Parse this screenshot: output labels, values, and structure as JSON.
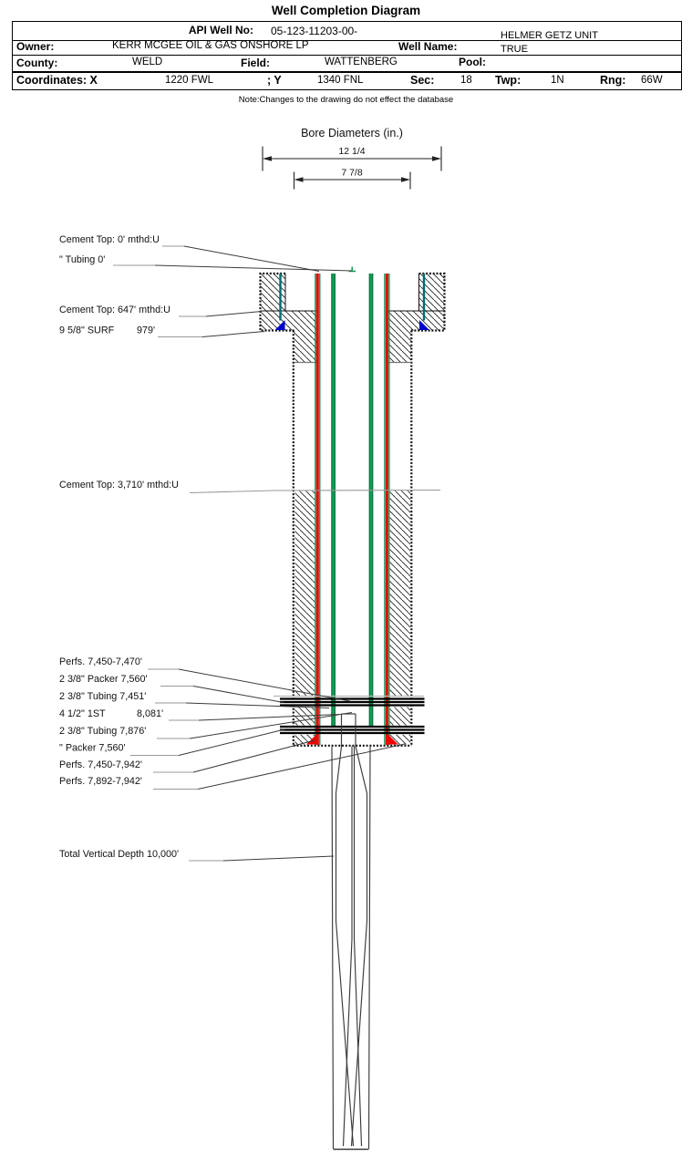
{
  "page": {
    "title": "Well Completion Diagram",
    "note": "Note:Changes to the drawing do not effect the database"
  },
  "header": {
    "api": {
      "label": "API Well No:",
      "value": "05-123-11203-00-"
    },
    "owner": {
      "label": "Owner:",
      "value": "KERR MCGEE OIL & GAS ONSHORE LP"
    },
    "well_name": {
      "label": "Well Name:",
      "line1": "HELMER GETZ UNIT",
      "line2": "TRUE"
    },
    "county": {
      "label": "County:",
      "value": "WELD"
    },
    "field": {
      "label": "Field:",
      "value": "WATTENBERG"
    },
    "pool": {
      "label": "Pool:",
      "value": ""
    },
    "coordinates": {
      "label": "Coordinates: X",
      "x_value": "1220 FWL",
      "y_label": "; Y",
      "y_value": "1340 FNL"
    },
    "sec": {
      "label": "Sec:",
      "value": "18"
    },
    "twp": {
      "label": "Twp:",
      "value": "1N"
    },
    "rng": {
      "label": "Rng:",
      "value": "66W"
    }
  },
  "bore_diameters": {
    "title": "Bore Diameters (in.)",
    "outer_diameter": "12 1/4",
    "inner_diameter": "7 7/8"
  },
  "annotations": {
    "cement_top_surface": "Cement Top: 0' mthd:U",
    "tubing_surface": "\" Tubing 0'",
    "cement_top_647": "Cement Top: 647' mthd:U",
    "surf_casing_label": "9 5/8\" SURF",
    "surf_casing_depth": "979'",
    "cement_top_3710": "Cement Top: 3,710' mthd:U",
    "perfs_7450_7470": "Perfs. 7,450-7,470'",
    "packer_7560_a": "2 3/8\" Packer 7,560'",
    "tubing_7451": "2 3/8\" Tubing 7,451'",
    "liner_label": "4 1/2\" 1ST",
    "liner_depth": "8,081'",
    "tubing_7876": "2 3/8\" Tubing 7,876'",
    "packer_7560_b": "\" Packer 7,560'",
    "perfs_7450_7942": "Perfs. 7,450-7,942'",
    "perfs_7892_7942": "Perfs. 7,892-7,942'",
    "tvd": "Total Vertical Depth 10,000'"
  },
  "colors": {
    "casing_red": "#dd1100",
    "casing_green_edge": "#0a8a4a",
    "tubing_green": "#12a257",
    "tubing_green_dark": "#066e3a",
    "surface_string_teal": "#006e6e",
    "shoe_marker_blue": "#0000cc",
    "perf_marker_red": "#ee0000",
    "leader_gray": "#999999",
    "leader_dark": "#3c3c3c",
    "hatch_black": "#222222"
  }
}
